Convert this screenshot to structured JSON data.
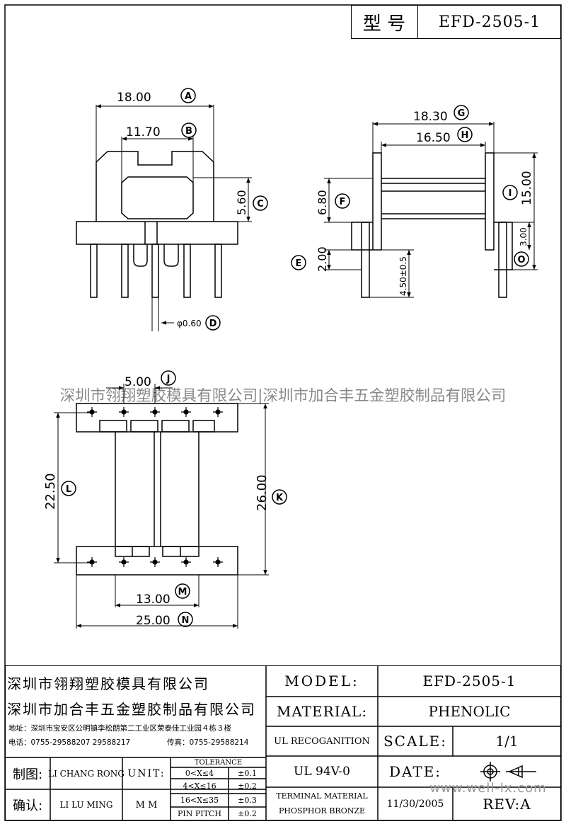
{
  "header": {
    "model_cn_label": "型 号",
    "model_value": "EFD-2505-1"
  },
  "dims": {
    "a": {
      "value": "18.00",
      "letter": "A"
    },
    "b": {
      "value": "11.70",
      "letter": "B"
    },
    "c": {
      "value": "5.60",
      "letter": "C"
    },
    "d": {
      "value": "φ0.60",
      "letter": "D"
    },
    "e": {
      "value": "2.00",
      "letter": "E"
    },
    "f": {
      "value": "6.80",
      "letter": "F"
    },
    "g": {
      "value": "18.30",
      "letter": "G"
    },
    "h": {
      "value": "16.50",
      "letter": "H"
    },
    "i": {
      "value": "15.00",
      "letter": "I"
    },
    "j": {
      "value": "5.00",
      "letter": "J"
    },
    "k": {
      "value": "26.00",
      "letter": "K"
    },
    "l": {
      "value": "22.50",
      "letter": "L"
    },
    "m": {
      "value": "13.00",
      "letter": "M"
    },
    "n": {
      "value": "25.00",
      "letter": "N"
    },
    "o": {
      "value": "3.00",
      "letter": "O"
    },
    "pin_len": {
      "value": "4.50±0.5"
    }
  },
  "watermark": {
    "text": "深圳市翎翔塑胶模具有限公司|深圳市加合丰五金塑胶制品有限公司",
    "site": "www.well-lx.com"
  },
  "title_block": {
    "company1": "深圳市翎翔塑胶模具有限公司",
    "company2": "深圳市加合丰五金塑胶制品有限公司",
    "address": "地址：深圳市宝安区公明镇李松朗第二工业区荣泰佳工业园４栋３楼",
    "phone": "电话：0755-29588207 29588217",
    "fax": "传真：0755-29588214",
    "drawn_label": "制图:",
    "drawn_by": "LI CHANG RONG",
    "checked_label": "确认:",
    "checked_by": "LI LU MING",
    "unit_label": "UNIT:",
    "unit_value": "M M",
    "tolerance_header": "TOLERANCE",
    "tolerances": [
      {
        "range": "0<X≤4",
        "value": "±0.1"
      },
      {
        "range": "4<X≤16",
        "value": "±0.2"
      },
      {
        "range": "16<X≤35",
        "value": "±0.3"
      },
      {
        "range": "PIN PITCH",
        "value": "±0.2"
      }
    ],
    "model_label": "MODEL:",
    "model_value": "EFD-2505-1",
    "material_label": "MATERIAL:",
    "material_value": "PHENOLIC",
    "ul_label": "UL RECOGANITION",
    "ul_value": "UL 94V-0",
    "scale_label": "SCALE:",
    "scale_value": "1/1",
    "date_label": "DATE:",
    "terminal_line1": "TERMINAL MATERIAL",
    "terminal_line2": "PHOSPHOR  BRONZE",
    "date_value": "11/30/2005",
    "rev": "REV:A"
  }
}
